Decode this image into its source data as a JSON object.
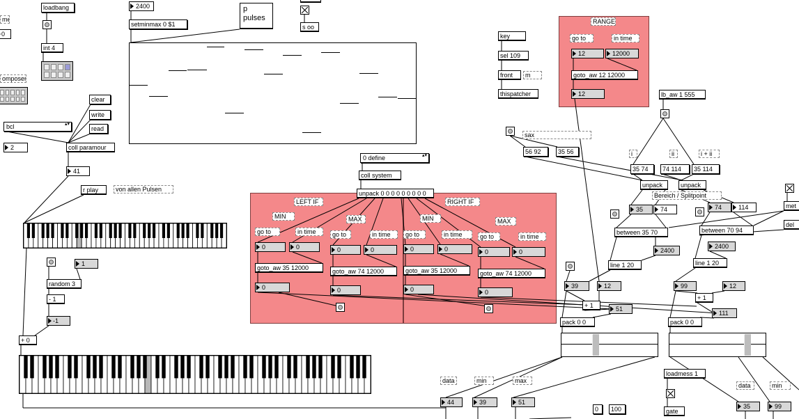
{
  "top_left": {
    "me_fragment": "me",
    "zero_box": "0",
    "loadbang": "loadbang",
    "int_obj": "int 4",
    "composer_fragment": "omposer",
    "menu_value": "bcl",
    "num_2": "2",
    "clear": "clear",
    "write": "write",
    "read": "read",
    "coll_paramour": "coll paramour",
    "num_41": "41",
    "r_play": "r play",
    "von_allen_pulsen": "von allen Pulsen",
    "random": "random 3",
    "one": "1",
    "minus1": "- 1",
    "neg1": "-1",
    "plus0": "+ 0"
  },
  "pulses": {
    "num_2400": "2400",
    "setminmax": "setminmax 0 $1",
    "p_pulses": "p\npulses",
    "s_oo": "s oo"
  },
  "coll_system": {
    "menu_value": "0 define",
    "coll_system": "coll system",
    "unpack": "unpack 0 0 0 0 0 0 0 0 0"
  },
  "left_if": {
    "title": "LEFT IF",
    "min": "MIN",
    "max": "MAX",
    "go_to_1": "go to",
    "in_time_1": "in time",
    "go_to_2": "go to",
    "in_time_2": "in time",
    "n1": "0",
    "n2": "0",
    "n3": "0",
    "n4": "0",
    "goto1": "goto_aw 35 12000",
    "goto2": "goto_aw 74 12000",
    "out1": "0",
    "out2": "0"
  },
  "right_if": {
    "title": "RIGHT IF",
    "min": "MIN",
    "max": "MAX",
    "go_to_1": "go to",
    "in_time_1": "in time",
    "go_to_2": "go to",
    "in_time_2": "in time",
    "n1": "0",
    "n2": "0",
    "n3": "0",
    "n4": "0",
    "goto1": "goto_aw 35 12000",
    "goto2": "goto_aw 74 12000",
    "out1": "0",
    "out2": "0"
  },
  "range_panel": {
    "title": "RANGE",
    "go_to": "go to",
    "in_time": "in time",
    "n_12": "12",
    "n_12000": "12000",
    "goto": "goto_aw 12 12000",
    "out_12": "12"
  },
  "window": {
    "key": "key",
    "sel": "sel 109",
    "front": "front",
    "m": "m",
    "thispatcher": "thispatcher"
  },
  "right_section": {
    "lb_aw": "lb_aw 1 555",
    "sax": "sax",
    "msg_5692": "56 92",
    "msg_3556": "35 56",
    "label_i": "i",
    "label_ii": "ii",
    "label_i_ii": "i + ii",
    "msg_3574": "35 74",
    "msg_74114": "74 114",
    "msg_35114": "35 114",
    "unpack_a": "unpack",
    "unpack_b": "unpack",
    "bereich": "Bereich / Splitpoint",
    "n35": "35",
    "n74": "74",
    "n74b": "74",
    "n114": "114",
    "met_frag": "met",
    "del_frag": "del",
    "between1": "between 35 70",
    "between2": "between 70 94",
    "n2400a": "2400",
    "n2400b": "2400",
    "line1": "line 1 20",
    "line2": "line 1 20",
    "n39": "39",
    "n12a": "12",
    "n99": "99",
    "n12b": "12",
    "plus1a": "+ 1",
    "n51": "51",
    "plus1b": "+ 1",
    "n111": "111",
    "pack1": "pack 0 0",
    "pack2": "pack 0 0",
    "data1": "data",
    "min1": "min",
    "max1": "max",
    "n44": "44",
    "n39b": "39",
    "n51b": "51",
    "loadmess": "loadmess 1",
    "data2": "data",
    "min2": "min",
    "n0": "0",
    "n100": "100",
    "gate": "gate",
    "n35b": "35",
    "n99b": "99"
  },
  "keyboards": {
    "small_highlight_note": 11,
    "large_highlight_note": 20
  }
}
